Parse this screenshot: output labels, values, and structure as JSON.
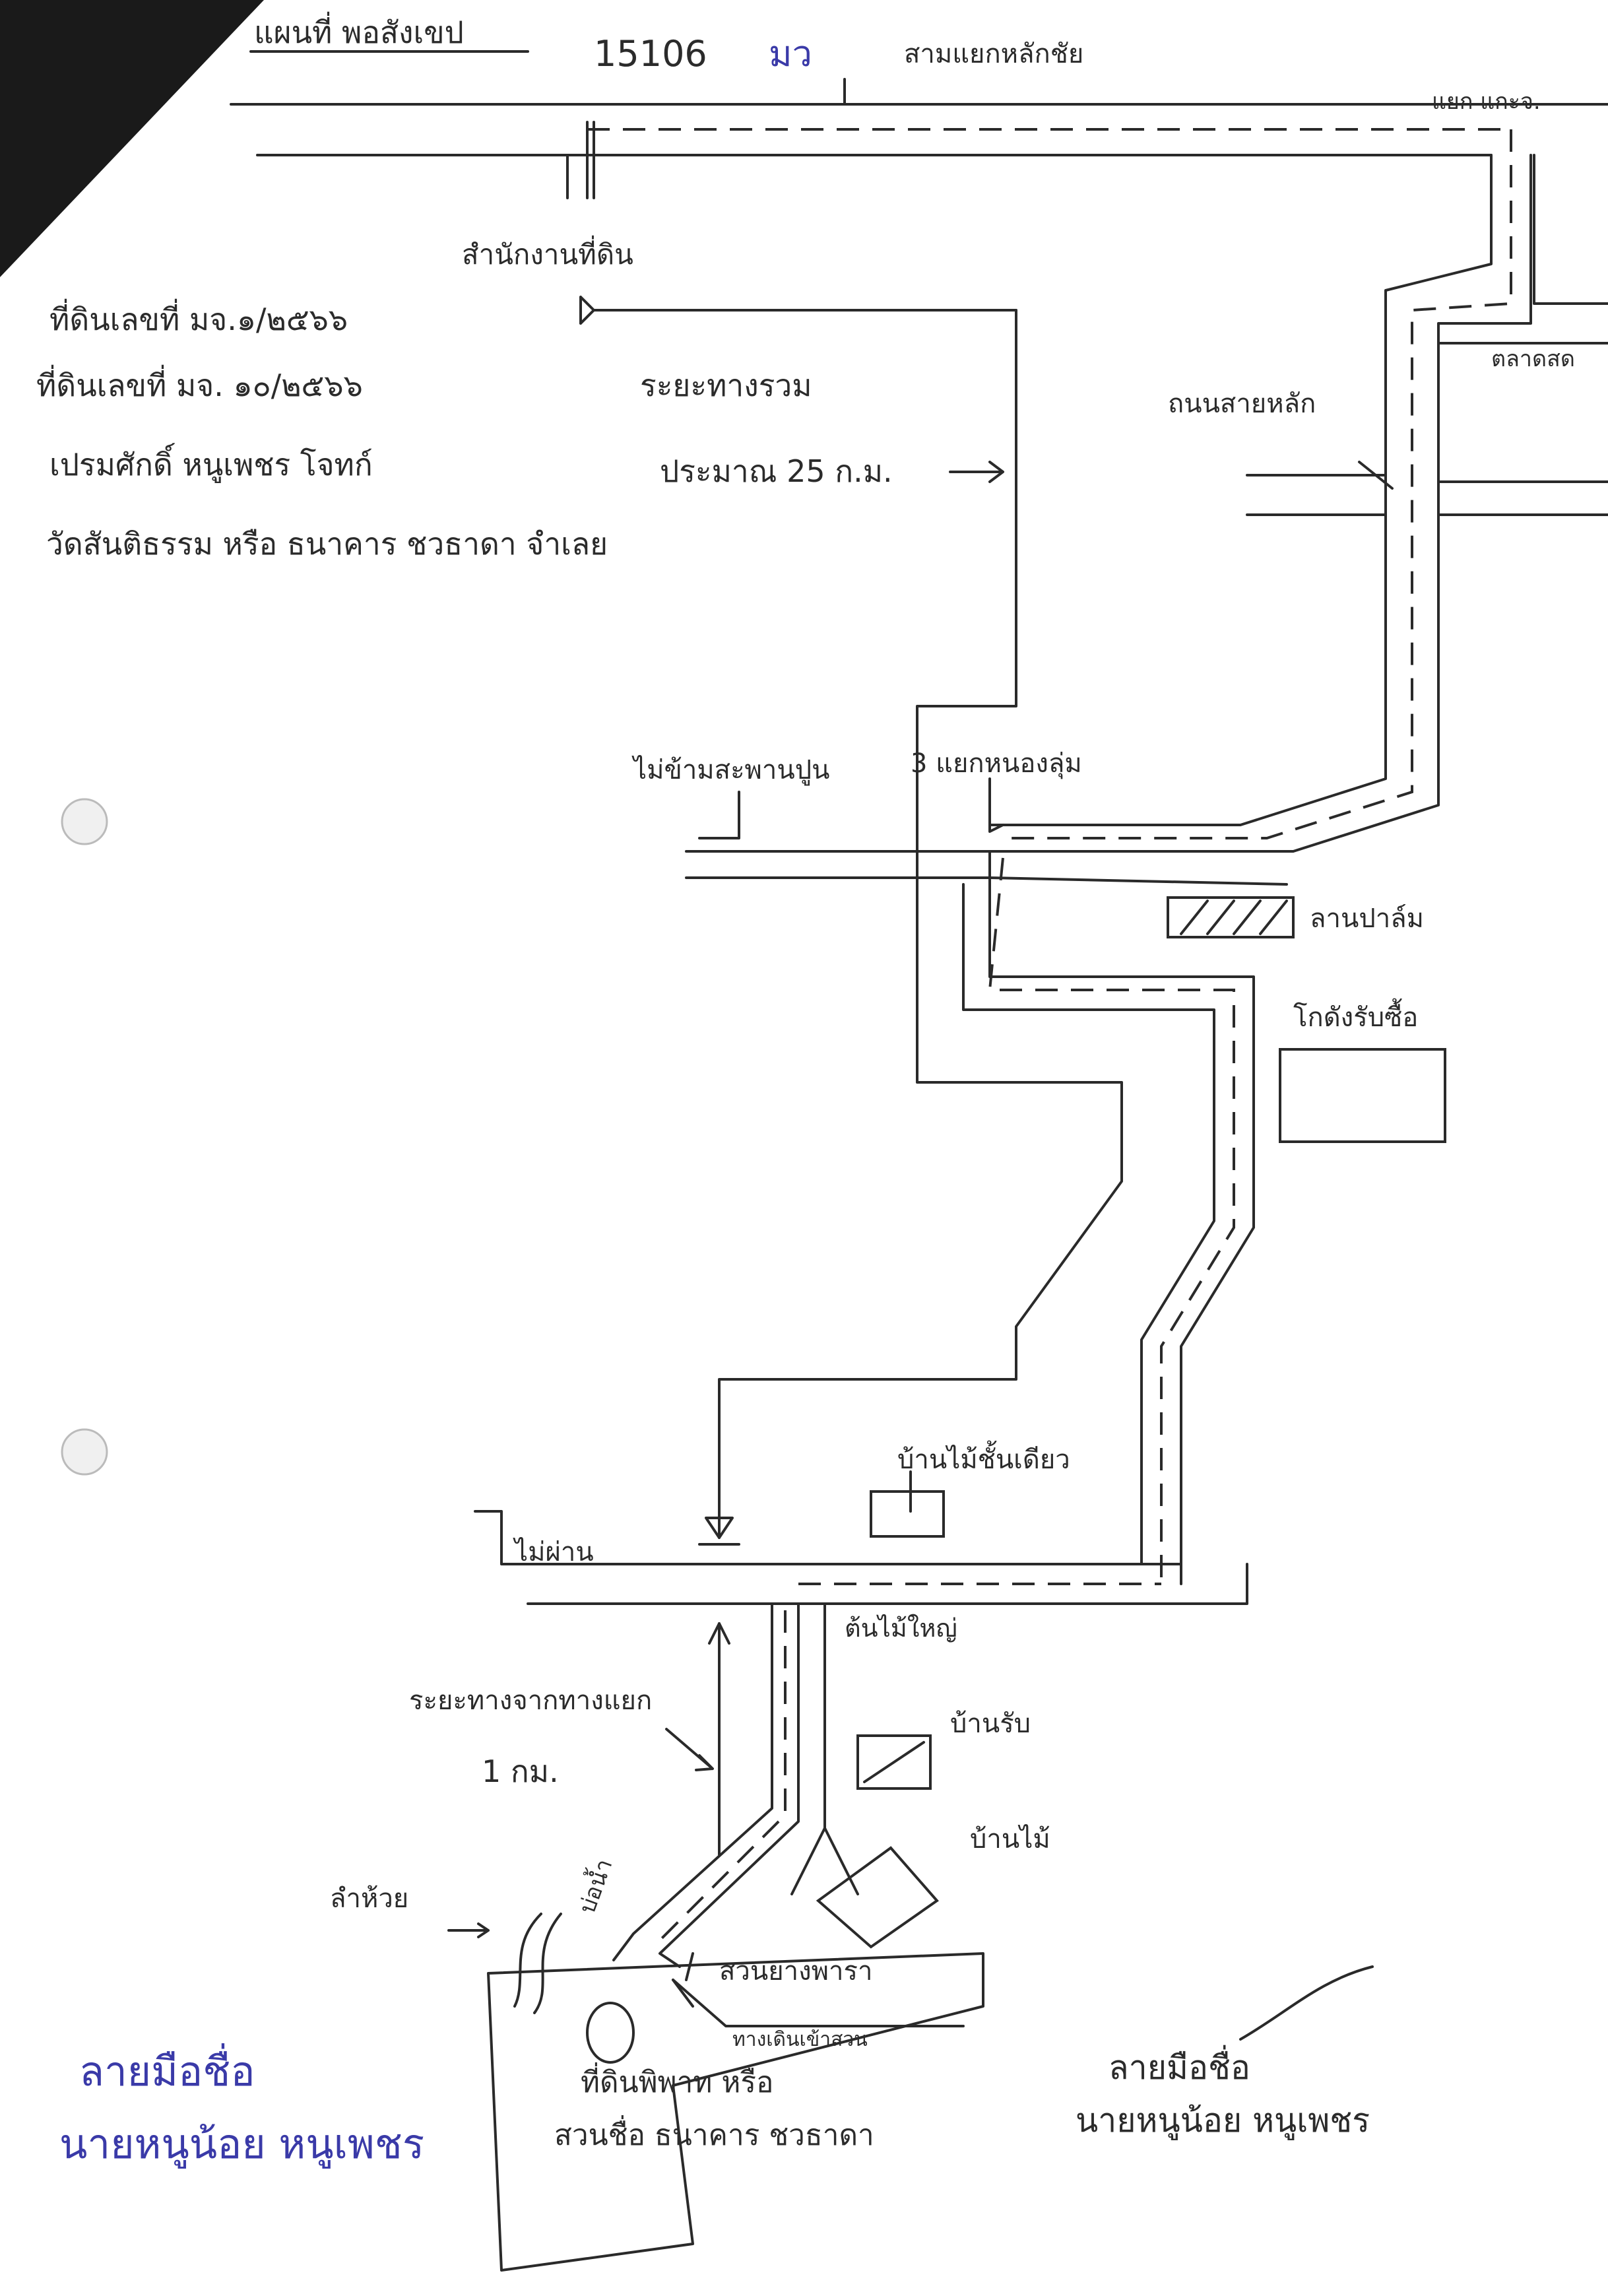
{
  "header": {
    "title": "แผนที่ พอสังเขป",
    "doc_number": "15106",
    "doc_suffix": "มว"
  },
  "plot_info": {
    "line1": "ที่ดินเลขที่ มจ.๑/๒๕๖๖",
    "line2": "ที่ดินเลขที่ มจ. ๑๐/๒๕๖๖",
    "line3": "เปรมศักดิ์ หนูเพชร โจทก์",
    "line4": "วัดสันติธรรม หรือ ธนาคาร ชวธาดา จำเลย"
  },
  "distance_note": {
    "line1": "ระยะทางรวม",
    "line2": "ประมาณ 25 ก.ม."
  },
  "places": {
    "junction_top": "สามแยกหลักชัย",
    "top_right": "แยก แกะจ.",
    "land_office": "สำนักงานที่ดิน",
    "right_side": "ตลาดสด",
    "road_right": "ถนนสายหลัก",
    "sign_left": "ไม่ข้ามสะพานปูน",
    "junction_mid": "3 แยกหนองลุ่ม",
    "market": "ลานปาล์ม",
    "house_big": "โกดังรับซื้อ",
    "landmark": "บ้านไม้ชั้นเดียว",
    "village_road": "ไม่ผ่าน",
    "tree": "ต้นไม้ใหญ่",
    "distance_small_1": "ระยะทางจากทางแยก",
    "distance_small_2": "1 กม.",
    "shop": "บ้านรับ",
    "house_corner": "บ้านไม้",
    "creek": "ลำห้วย",
    "well": "บ่อน้ำ",
    "orchard": "สวนยางพารา",
    "road_small": "ทางเดินเข้าสวน",
    "land_plot_1": "ที่ดินพิพาท หรือ",
    "land_plot_2": "สวนชื่อ ธนาคาร ชวธาดา"
  },
  "signatures": {
    "left_line1": "ลายมือชื่อ",
    "left_line2": "นายหนูน้อย หนูเพชร",
    "right_line1": "ลายมือชื่อ",
    "right_line2": "นายหนูน้อย หนูเพชร"
  },
  "colors": {
    "ink": "#2a2a2a",
    "blue_ink": "#3a3aa8",
    "corner": "#1a1a1a"
  }
}
